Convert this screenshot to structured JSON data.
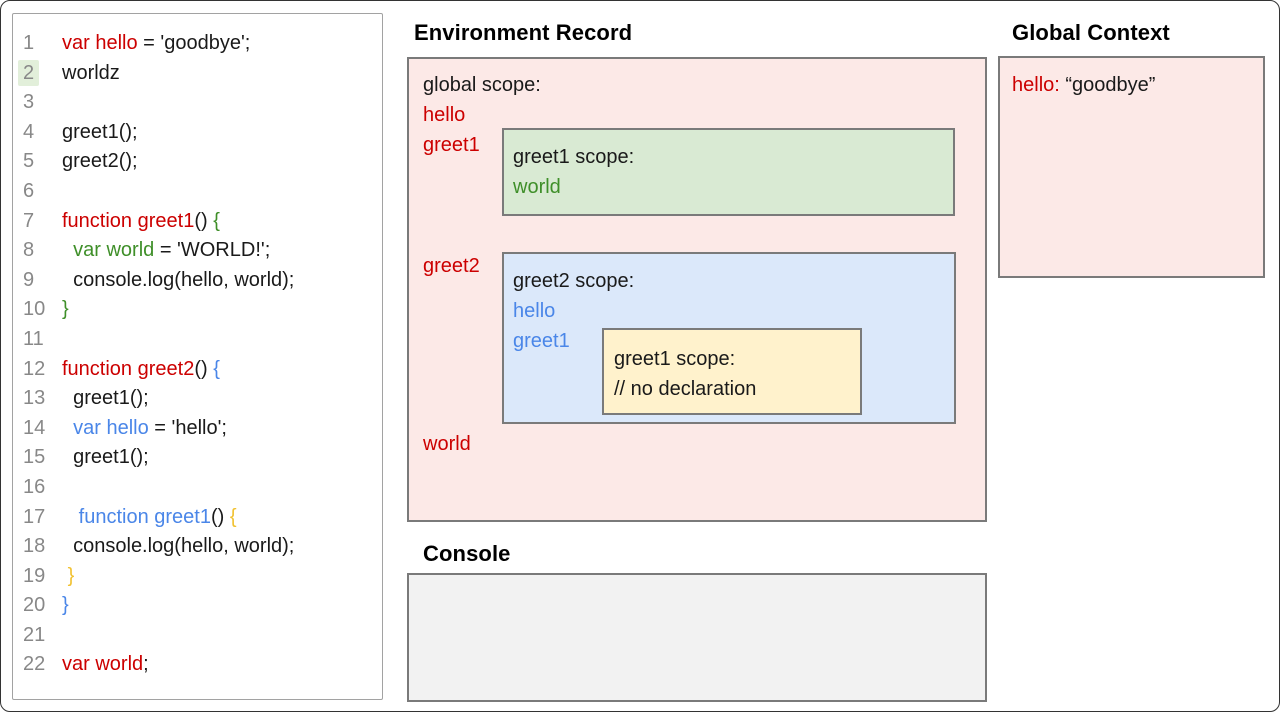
{
  "palette": {
    "keyword_red": "#cc0000",
    "scope_green": "#3f8f29",
    "scope_blue": "#4a86e8",
    "scope_gold": "#f1c232",
    "text_ink": "#1a1a1a",
    "line_number_gray": "#888888",
    "line_highlight_green": "#e2efda",
    "pink_fill": "#fce9e7",
    "green_fill": "#d9ead3",
    "blue_fill": "#dbe8fa",
    "yellow_fill": "#fff2cc",
    "console_fill": "#f2f2f2",
    "box_border_gray": "#7a7a7a"
  },
  "code": {
    "lines": [
      {
        "n": "1",
        "indent": 0,
        "segs": [
          {
            "t": "var hello",
            "c": "red"
          },
          {
            "t": " = 'goodbye';",
            "c": "ink"
          }
        ]
      },
      {
        "n": "2",
        "indent": 0,
        "hl": true,
        "segs": [
          {
            "t": "worldz",
            "c": "ink"
          }
        ]
      },
      {
        "n": "3",
        "indent": 0,
        "segs": []
      },
      {
        "n": "4",
        "indent": 0,
        "segs": [
          {
            "t": "greet1();",
            "c": "ink"
          }
        ]
      },
      {
        "n": "5",
        "indent": 0,
        "segs": [
          {
            "t": "greet2();",
            "c": "ink"
          }
        ]
      },
      {
        "n": "6",
        "indent": 0,
        "segs": []
      },
      {
        "n": "7",
        "indent": 0,
        "segs": [
          {
            "t": "function greet1",
            "c": "red"
          },
          {
            "t": "() ",
            "c": "ink"
          },
          {
            "t": "{",
            "c": "green"
          }
        ]
      },
      {
        "n": "8",
        "indent": 2,
        "segs": [
          {
            "t": "var world",
            "c": "green"
          },
          {
            "t": " = 'WORLD!';",
            "c": "ink"
          }
        ]
      },
      {
        "n": "9",
        "indent": 2,
        "segs": [
          {
            "t": "console.log(hello, world);",
            "c": "ink"
          }
        ]
      },
      {
        "n": "10",
        "indent": 0,
        "segs": [
          {
            "t": "}",
            "c": "green"
          }
        ]
      },
      {
        "n": "11",
        "indent": 0,
        "segs": []
      },
      {
        "n": "12",
        "indent": 0,
        "segs": [
          {
            "t": "function greet2",
            "c": "red"
          },
          {
            "t": "() ",
            "c": "ink"
          },
          {
            "t": "{",
            "c": "blue"
          }
        ]
      },
      {
        "n": "13",
        "indent": 2,
        "segs": [
          {
            "t": "greet1();",
            "c": "ink"
          }
        ]
      },
      {
        "n": "14",
        "indent": 2,
        "segs": [
          {
            "t": "var hello",
            "c": "blue"
          },
          {
            "t": " = 'hello';",
            "c": "ink"
          }
        ]
      },
      {
        "n": "15",
        "indent": 2,
        "segs": [
          {
            "t": "greet1();",
            "c": "ink"
          }
        ]
      },
      {
        "n": "16",
        "indent": 0,
        "segs": []
      },
      {
        "n": "17",
        "indent": 3,
        "segs": [
          {
            "t": "function greet1",
            "c": "blue"
          },
          {
            "t": "() ",
            "c": "ink"
          },
          {
            "t": "{",
            "c": "gold"
          }
        ]
      },
      {
        "n": "18",
        "indent": 2,
        "segs": [
          {
            "t": "console.log(hello, world);",
            "c": "ink"
          }
        ]
      },
      {
        "n": "19",
        "indent": 1,
        "segs": [
          {
            "t": "}",
            "c": "gold"
          }
        ]
      },
      {
        "n": "20",
        "indent": 0,
        "segs": [
          {
            "t": "}",
            "c": "blue"
          }
        ]
      },
      {
        "n": "21",
        "indent": 0,
        "segs": []
      },
      {
        "n": "22",
        "indent": 0,
        "segs": [
          {
            "t": "var world",
            "c": "red"
          },
          {
            "t": ";",
            "c": "ink"
          }
        ]
      }
    ]
  },
  "env": {
    "title": "Environment Record",
    "global_scope_label": "global scope:",
    "global_vars": {
      "hello": "hello",
      "greet1": "greet1",
      "greet2": "greet2",
      "world": "world"
    },
    "greet1_scope": {
      "label": "greet1 scope:",
      "var_world": "world"
    },
    "greet2_scope": {
      "label": "greet2 scope:",
      "var_hello": "hello",
      "var_greet1": "greet1",
      "greet1_inner_scope": {
        "label": "greet1 scope:",
        "comment": "// no declaration"
      }
    }
  },
  "global_context": {
    "title": "Global Context",
    "key": "hello:",
    "value": " “goodbye”"
  },
  "console": {
    "title": "Console",
    "output": ""
  }
}
